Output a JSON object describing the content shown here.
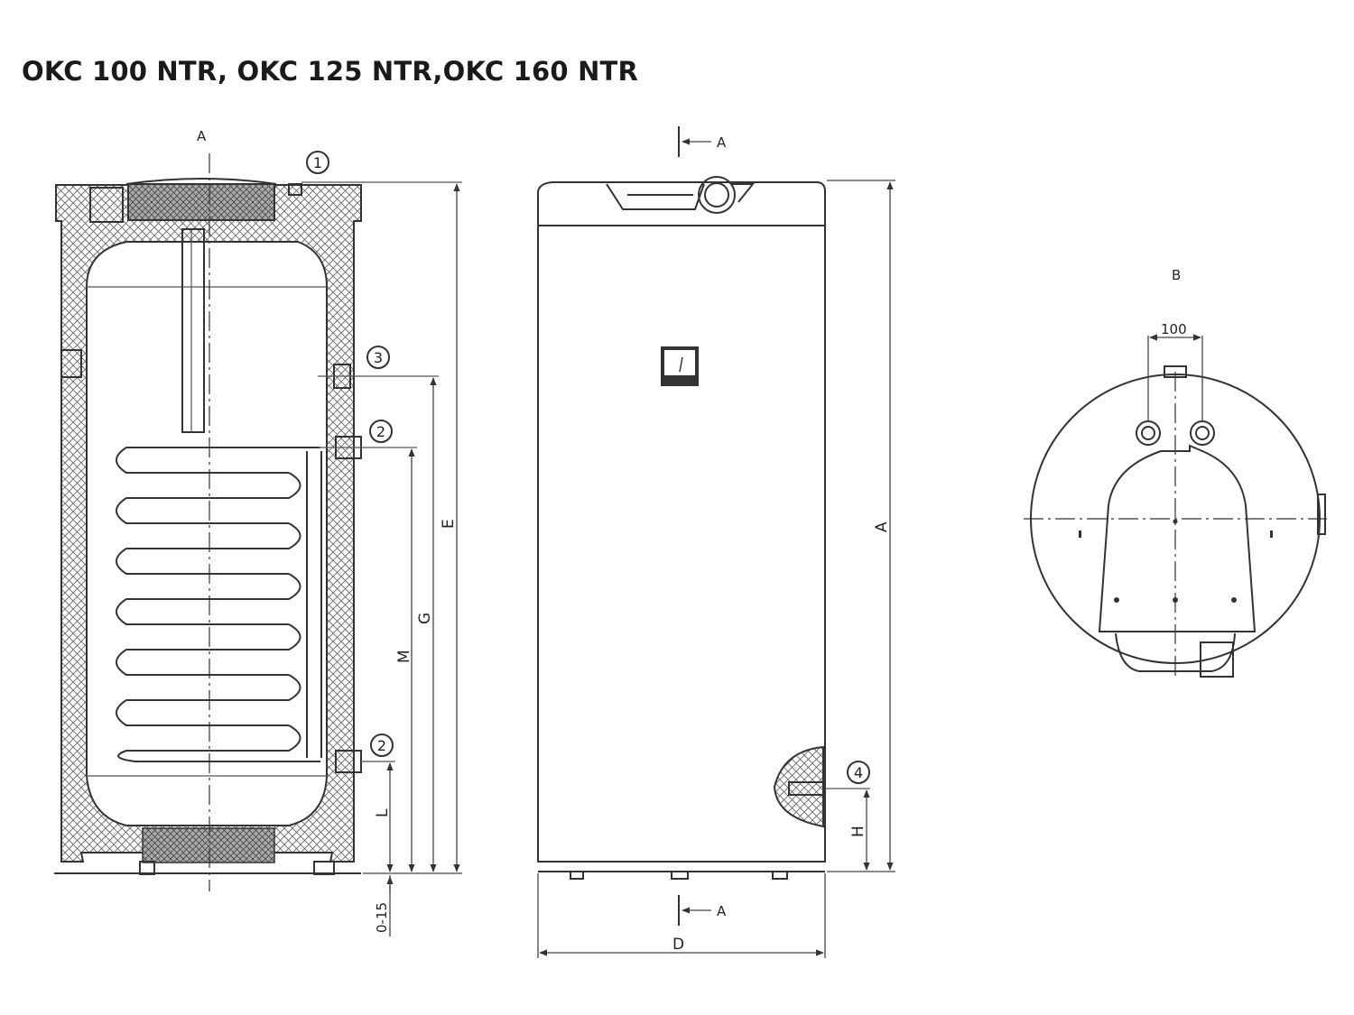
{
  "title": "OKC 100 NTR, OKC 125 NTR,OKC 160 NTR",
  "section_view": {
    "section_label": "A",
    "callouts": [
      "1",
      "3",
      "2",
      "2"
    ],
    "dimension_labels": {
      "E": "E",
      "G": "G",
      "M": "M",
      "L": "L",
      "gap": "0-15"
    }
  },
  "front_view": {
    "section_marker_top": "A",
    "section_marker_bottom": "A",
    "callout": "4",
    "dimension_labels": {
      "A": "A",
      "H": "H",
      "D": "D"
    }
  },
  "top_view": {
    "view_label": "B",
    "spacing_label": "100"
  }
}
